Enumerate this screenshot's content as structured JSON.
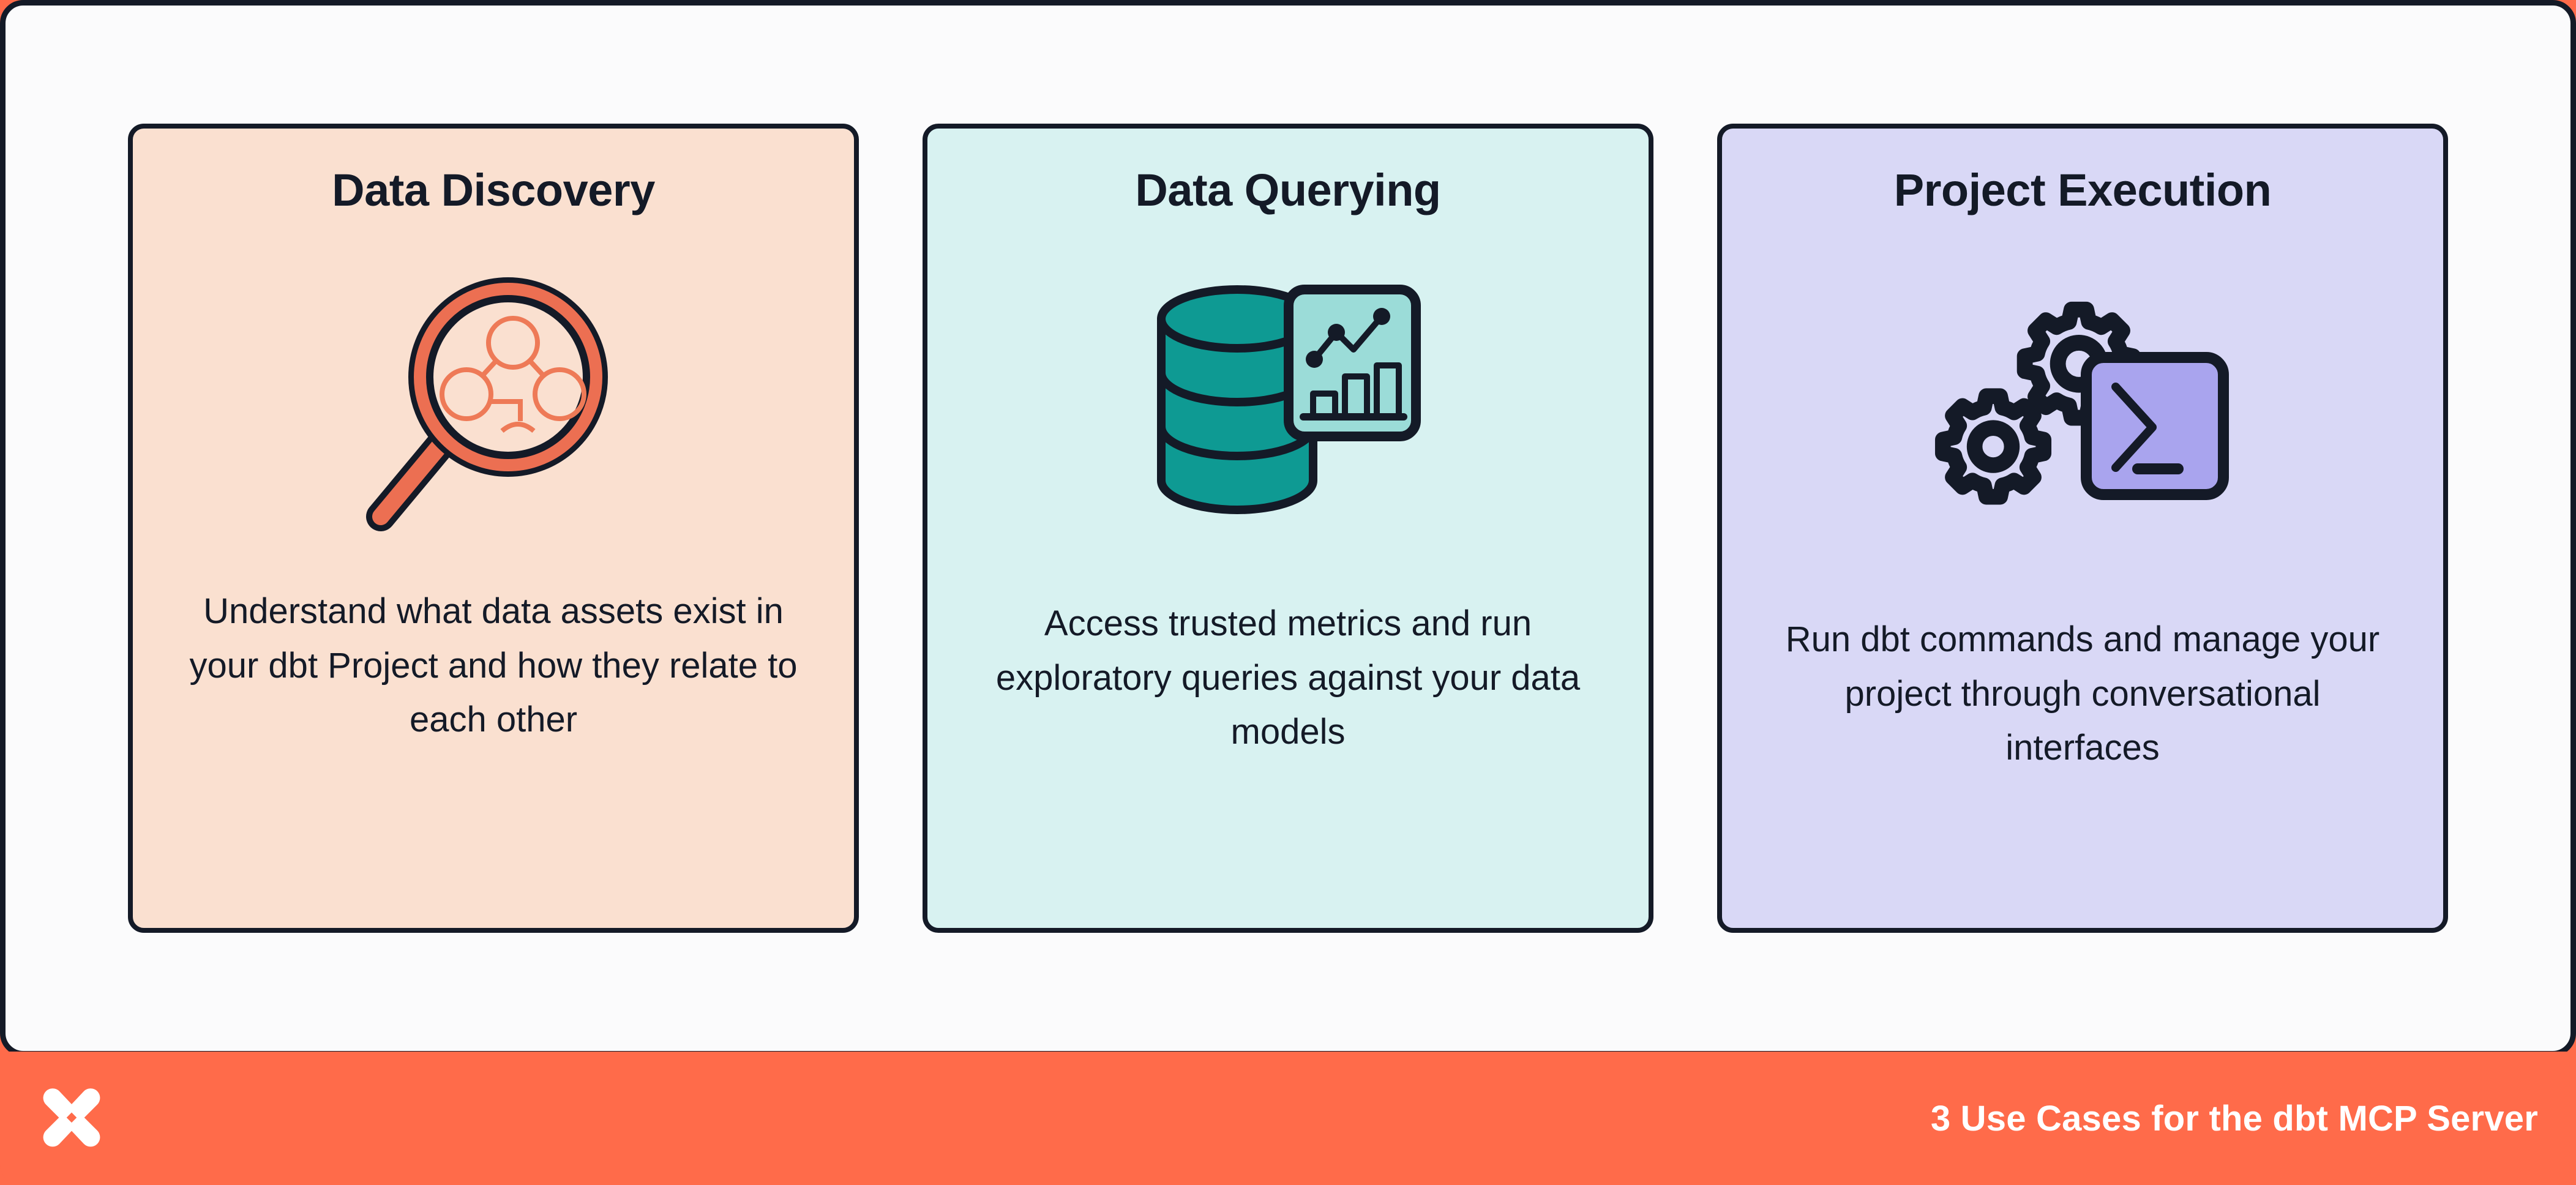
{
  "theme": {
    "frame_border": "#141A27",
    "panel_background": "#FBFBFC",
    "footer_background": "#FF6B4A",
    "footer_text": "#FFFFFF",
    "card1_background": "#FAE0D0",
    "card2_background": "#D8F2F1",
    "card3_background": "#D9D8F6",
    "accent_orange": "#EC6F52",
    "accent_teal": "#0E9A93",
    "accent_teal_light": "#9BDCD8",
    "accent_purple": "#A9A4EE",
    "ink": "#141A27"
  },
  "cards": [
    {
      "title": "Data Discovery",
      "description": "Understand what data assets exist in your dbt Project and how they relate to each other",
      "icon": "magnifying-glass-lineage-icon"
    },
    {
      "title": "Data Querying",
      "description": "Access trusted metrics and run exploratory queries against your data models",
      "icon": "database-analytics-icon"
    },
    {
      "title": "Project Execution",
      "description": "Run dbt commands and manage your project through conversational interfaces",
      "icon": "gears-terminal-icon"
    }
  ],
  "footer": {
    "logo": "dbt-logo-icon",
    "caption": "3 Use Cases for the dbt MCP Server"
  }
}
